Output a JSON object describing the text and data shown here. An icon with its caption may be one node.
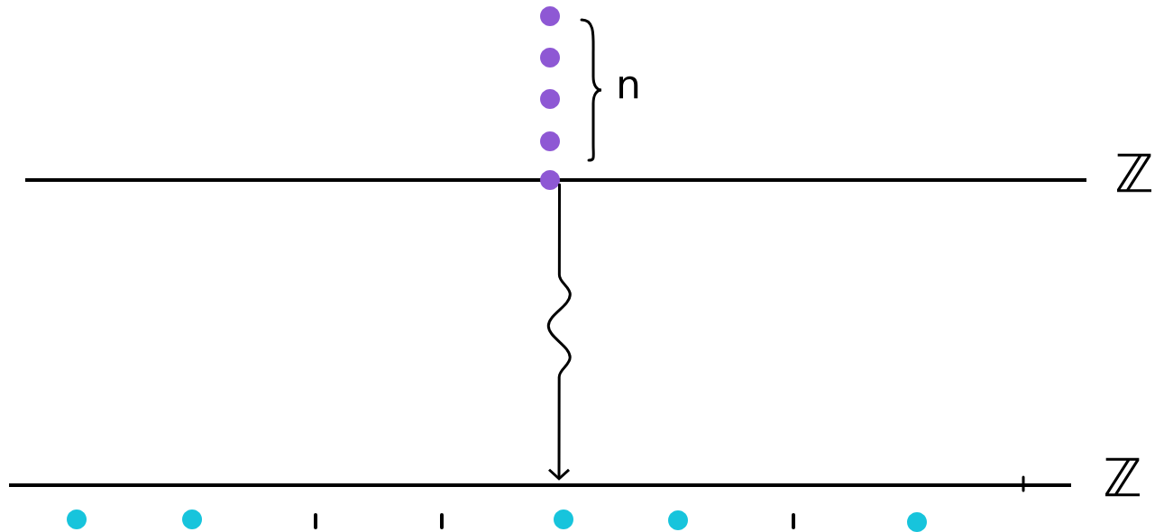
{
  "diagram": {
    "nodes": [
      {
        "text": [
          "ℤ"
        ]
      },
      {
        "text": [
          "ℤ"
        ]
      }
    ],
    "edges": [
      {
        "from": 0,
        "to": 1,
        "arrow": "to"
      }
    ],
    "labels": [
      "n"
    ]
  }
}
